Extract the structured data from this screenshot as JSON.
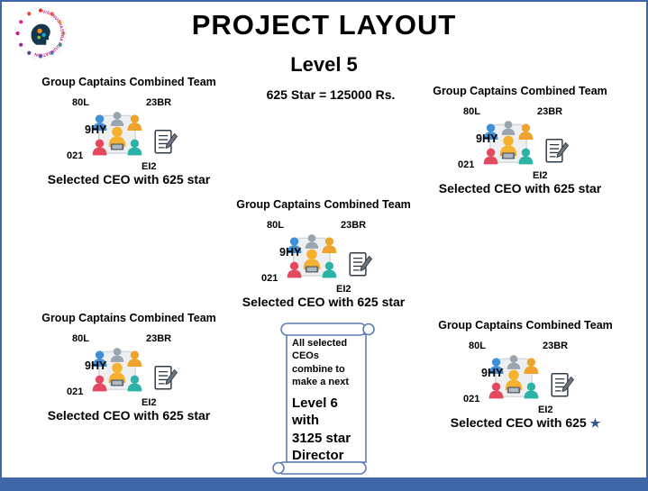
{
  "page": {
    "title": "PROJECT LAYOUT",
    "level": "Level 5",
    "subtitle": "625 Star = 125000 Rs."
  },
  "logo": {
    "text": "VISHNUSHASTRA FOUNDATION"
  },
  "teams": [
    {
      "heading": "Group Captains Combined Team",
      "top_left": "80L",
      "top_right": "23BR",
      "mid_left": "9HY",
      "bottom_left": "021",
      "bottom_right": "EI2",
      "caption": "Selected CEO with 625 star"
    },
    {
      "heading": "Group Captains Combined Team",
      "top_left": "80L",
      "top_right": "23BR",
      "mid_left": "9HY",
      "bottom_left": "021",
      "bottom_right": "EI2",
      "caption": "Selected CEO with 625 star"
    },
    {
      "heading": "Group Captains Combined Team",
      "top_left": "80L",
      "top_right": "23BR",
      "mid_left": "9HY",
      "bottom_left": "021",
      "bottom_right": "EI2",
      "caption": "Selected CEO with 625 star"
    },
    {
      "heading": "Group Captains Combined Team",
      "top_left": "80L",
      "top_right": "23BR",
      "mid_left": "9HY",
      "bottom_left": "021",
      "bottom_right": "EI2",
      "caption": "Selected CEO with 625 star"
    },
    {
      "heading": "Group Captains Combined Team",
      "top_left": "80L",
      "top_right": "23BR",
      "mid_left": "9HY",
      "bottom_left": "021",
      "bottom_right": "EI2",
      "caption": "Selected CEO with 625",
      "star": "★"
    }
  ],
  "scroll": {
    "intro": "All selected CEOs combine to make a next",
    "line1": "Level 6 with",
    "line2": "3125 star",
    "line3": "Director"
  },
  "colors": {
    "accent_blue": "#3f67a8",
    "star_blue": "#2f5597"
  }
}
